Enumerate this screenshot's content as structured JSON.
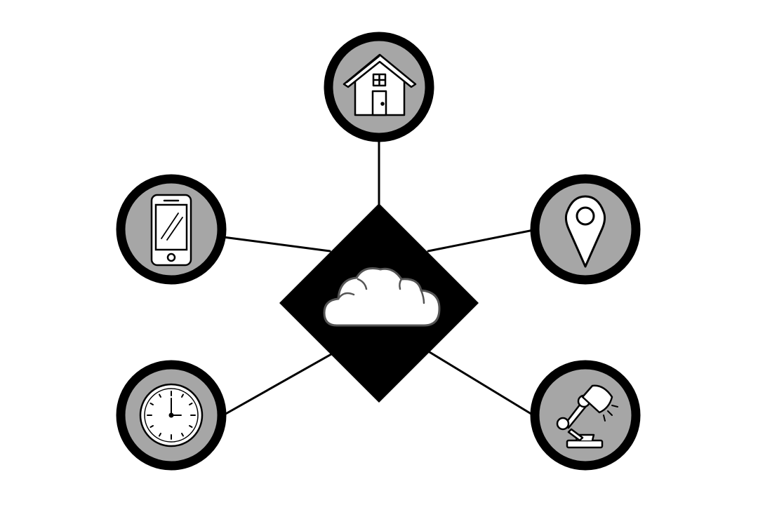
{
  "colors": {
    "background": "#ffffff",
    "ink": "#000000",
    "node_fill": "#a6a6a6",
    "icon_fill": "#ffffff"
  },
  "hub": {
    "icon": "cloud-icon"
  },
  "nodes": [
    {
      "id": "home",
      "icon": "house-icon"
    },
    {
      "id": "phone",
      "icon": "smartphone-icon"
    },
    {
      "id": "location",
      "icon": "map-pin-icon"
    },
    {
      "id": "clock",
      "icon": "clock-icon"
    },
    {
      "id": "lamp",
      "icon": "desk-lamp-icon"
    }
  ]
}
